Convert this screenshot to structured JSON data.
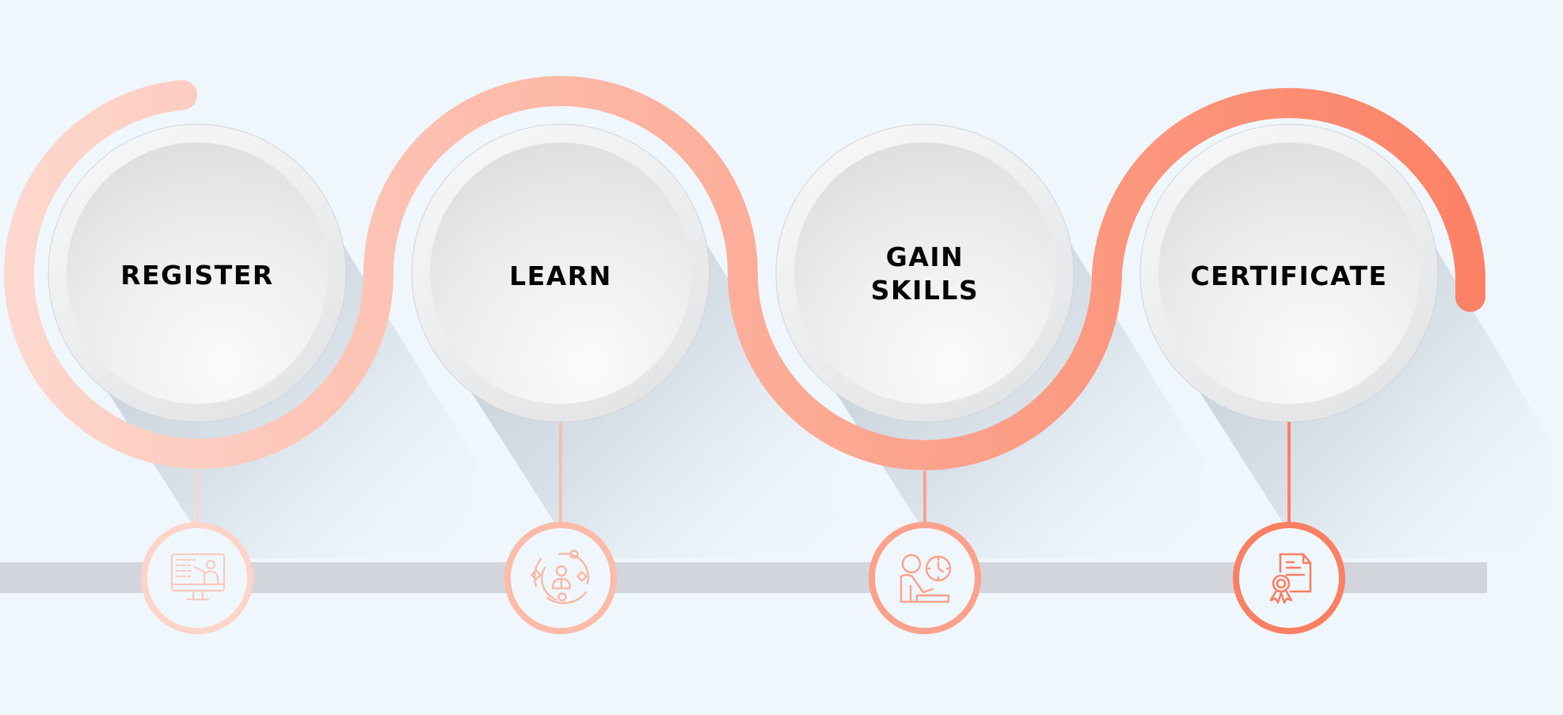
{
  "diagram": {
    "type": "process-timeline",
    "background_color": "#eff7fd",
    "baseline_bar_color": "#d2d5dc",
    "steps": [
      {
        "index": 1,
        "label": "REGISTER",
        "icon": "online-teaching-monitor-icon",
        "color": "#fdd4ca"
      },
      {
        "index": 2,
        "label": "LEARN",
        "icon": "networking-person-orbit-icon",
        "color": "#fcbba9"
      },
      {
        "index": 3,
        "label": "GAIN\nSKILLS",
        "icon": "person-studying-clock-icon",
        "color": "#fca18a"
      },
      {
        "index": 4,
        "label": "CERTIFICATE",
        "icon": "certificate-award-icon",
        "color": "#fb7f62"
      }
    ],
    "wave_gradient": {
      "start": "#fdd6cd",
      "end": "#fc7f64"
    }
  }
}
